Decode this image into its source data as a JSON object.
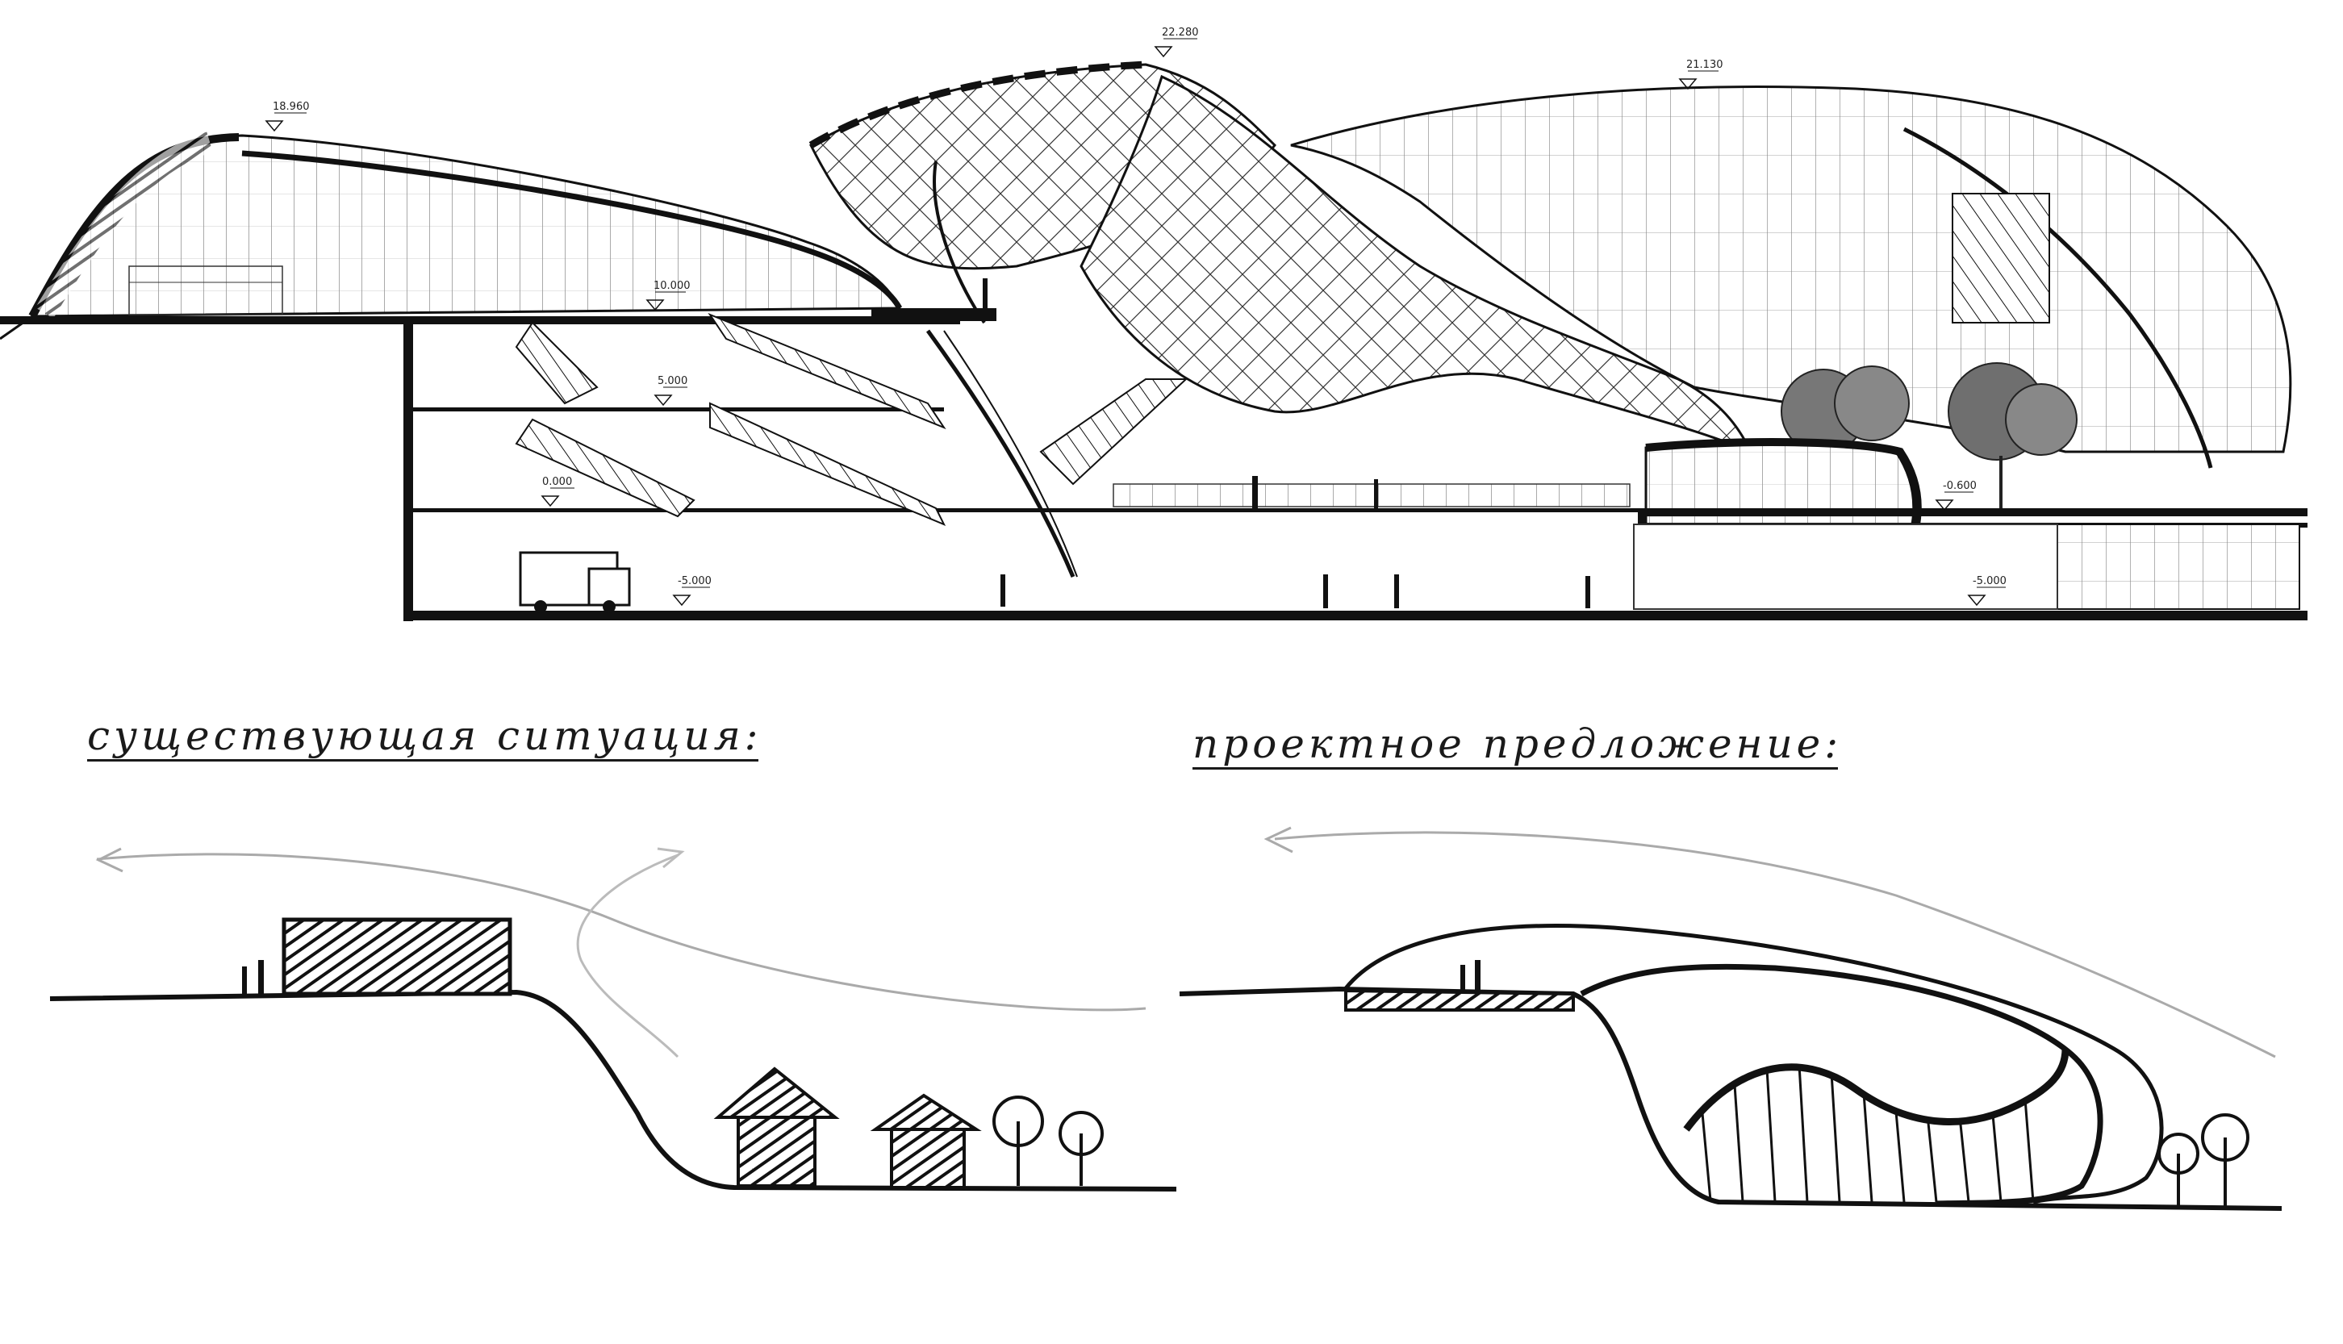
{
  "section": {
    "elevation_marks": {
      "roof_left": "18.960",
      "canopy_top": "22.280",
      "dome_top": "21.130",
      "level_upper": "10.000",
      "level_mid": "5.000",
      "level_ground": "0.000",
      "level_terrace": "-0.600",
      "level_lower_left": "-5.000",
      "level_lower_right": "-5.000"
    }
  },
  "sketches": {
    "existing": {
      "caption": "существующая ситуация",
      "colon": ":"
    },
    "proposal": {
      "caption": "проектное предложение",
      "colon": ":"
    }
  }
}
